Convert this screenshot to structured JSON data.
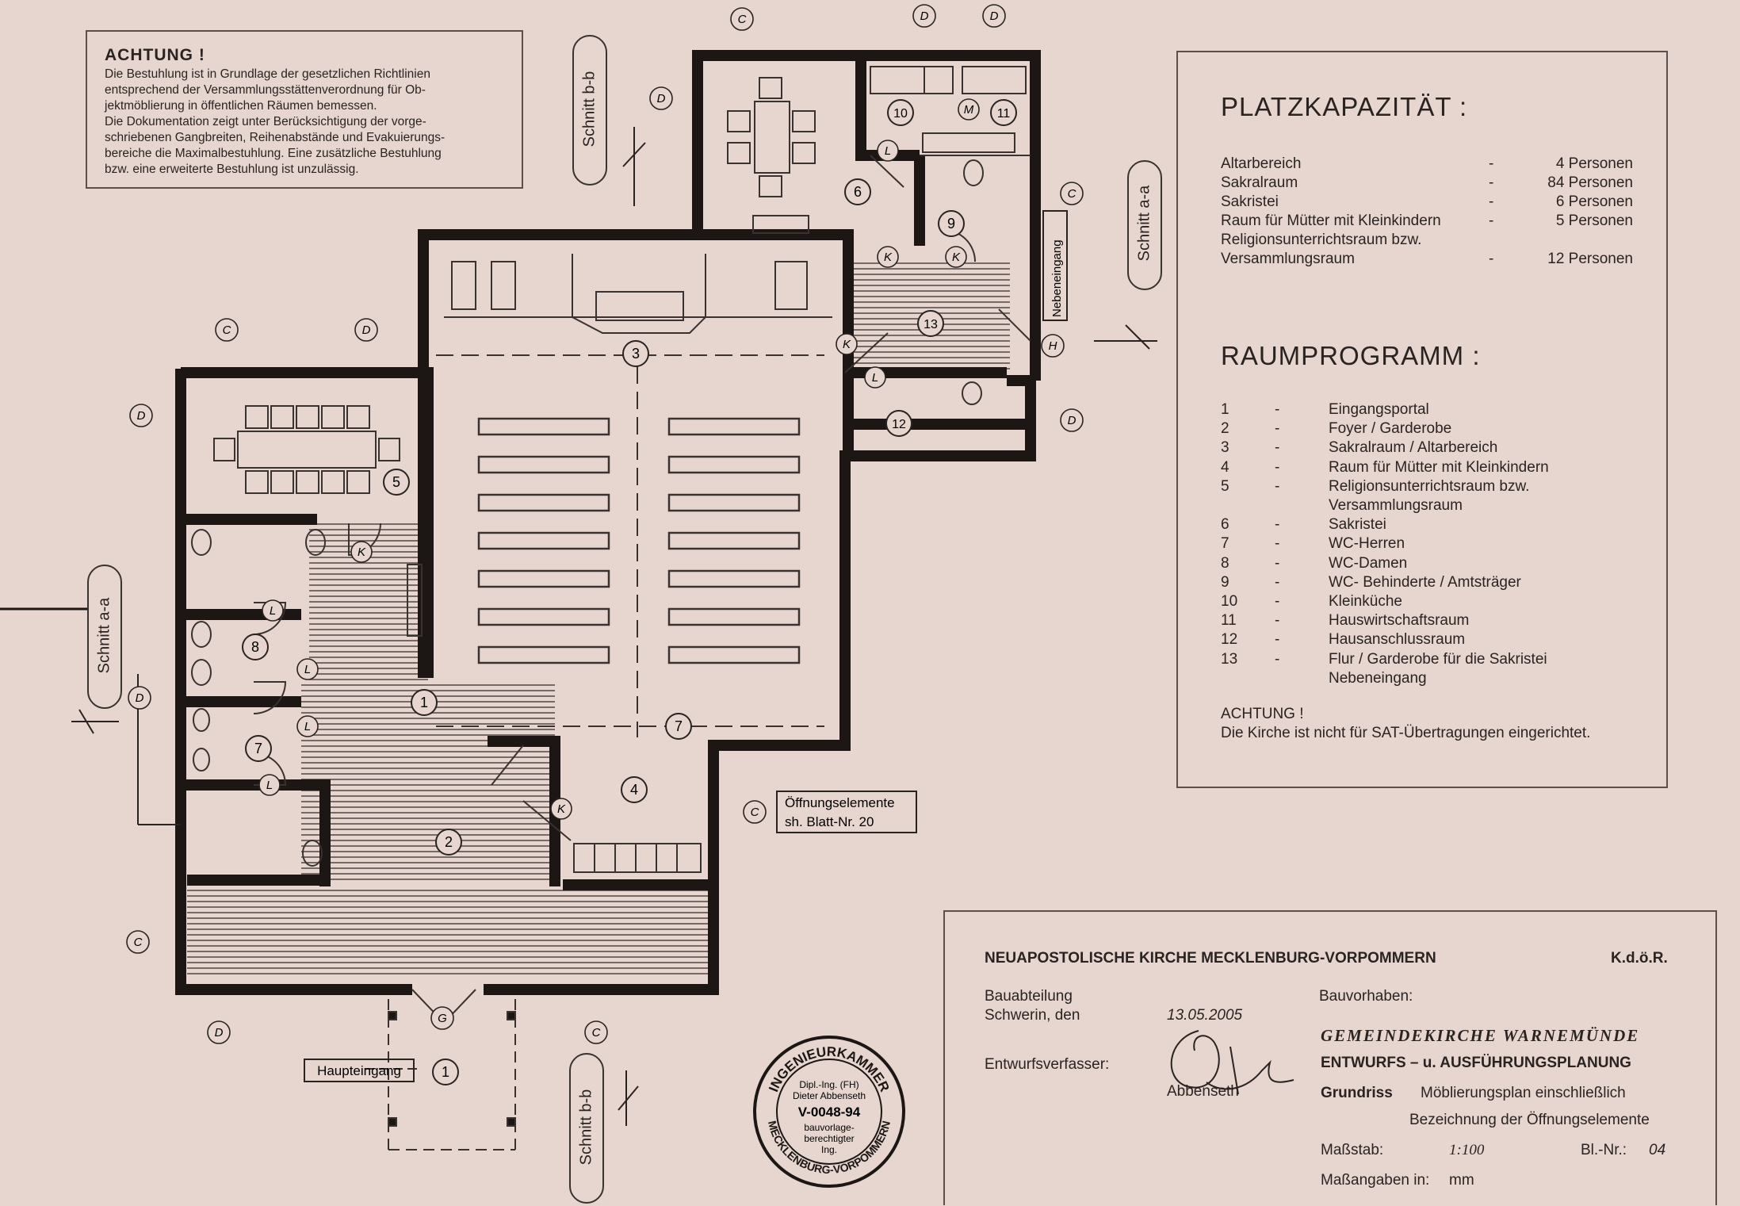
{
  "warning": {
    "title": "ACHTUNG !",
    "body": "Die Bestuhlung ist in Grundlage der gesetzlichen Richtlinien\nentsprechend der Versammlungsstättenverordnung für Ob-\njektmöblierung in öffentlichen Räumen bemessen.\nDie Dokumentation zeigt unter Berücksichtigung der vorge-\nschriebenen Gangbreiten, Reihenabstände und Evakuierungs-\nbereiche die Maximalbestuhlung. Eine zusätzliche Bestuhlung\nbzw. eine erweiterte Bestuhlung ist unzulässig."
  },
  "capacity": {
    "title": "PLATZKAPAZITÄT :",
    "rows": [
      {
        "name": "Altarbereich",
        "dash": "-",
        "value": "4 Personen"
      },
      {
        "name": "Sakralraum",
        "dash": "-",
        "value": "84 Personen"
      },
      {
        "name": "Sakristei",
        "dash": "-",
        "value": "6 Personen"
      },
      {
        "name": "Raum für Mütter mit Kleinkindern",
        "dash": "-",
        "value": "5 Personen"
      },
      {
        "name": "Religionsunterrichtsraum  bzw.",
        "dash": "",
        "value": ""
      },
      {
        "name": "Versammlungsraum",
        "dash": "-",
        "value": "12 Personen"
      }
    ]
  },
  "program": {
    "title": "RAUMPROGRAMM :",
    "rows": [
      {
        "num": "1",
        "dash": "-",
        "label": "Eingangsportal"
      },
      {
        "num": "2",
        "dash": "-",
        "label": "Foyer / Garderobe"
      },
      {
        "num": "3",
        "dash": "-",
        "label": "Sakralraum / Altarbereich"
      },
      {
        "num": "4",
        "dash": "-",
        "label": "Raum für Mütter mit Kleinkindern"
      },
      {
        "num": "5",
        "dash": "-",
        "label": "Religionsunterrichtsraum bzw."
      },
      {
        "num": "",
        "dash": "",
        "label": "Versammlungsraum"
      },
      {
        "num": "6",
        "dash": "-",
        "label": "Sakristei"
      },
      {
        "num": "7",
        "dash": "-",
        "label": "WC-Herren"
      },
      {
        "num": "8",
        "dash": "-",
        "label": "WC-Damen"
      },
      {
        "num": "9",
        "dash": "-",
        "label": "WC- Behinderte / Amtsträger"
      },
      {
        "num": "10",
        "dash": "-",
        "label": "Kleinküche"
      },
      {
        "num": "11",
        "dash": "-",
        "label": "Hauswirtschaftsraum"
      },
      {
        "num": "12",
        "dash": "-",
        "label": "Hausanschlussraum"
      },
      {
        "num": "13",
        "dash": "-",
        "label": "Flur / Garderobe für die Sakristei"
      },
      {
        "num": "",
        "dash": "",
        "label": "Nebeneingang"
      }
    ],
    "note_title": "ACHTUNG !",
    "note_body": "Die Kirche ist nicht für SAT-Übertragungen eingerichtet."
  },
  "title_block": {
    "organization": "NEUAPOSTOLISCHE KIRCHE MECKLENBURG-VORPOMMERN",
    "legal_form": "K.d.ö.R.",
    "department": "Bauabteilung",
    "place_date_label": "Schwerin, den",
    "date": "13.05.2005",
    "project_label": "Bauvorhaben:",
    "project_name": "GEMEINDEKIRCHE   WARNEMÜNDE",
    "designer_label": "Entwurfsverfasser:",
    "designer_name": "Abbenseth",
    "phase": "ENTWURFS – u. AUSFÜHRUNGSPLANUNG",
    "drawing_type": "Grundriss",
    "drawing_desc_1": "Möblierungsplan einschließlich",
    "drawing_desc_2": "Bezeichnung der Öffnungselemente",
    "scale_label": "Maßstab:",
    "scale_value": "1:100",
    "sheet_label": "Bl.-Nr.:",
    "sheet_value": "04",
    "units_label": "Maßangaben in:",
    "units_value": "mm"
  },
  "stamp": {
    "ring_top": "INGENIEURKAMMER",
    "ring_bottom": "MECKLENBURG-VORPOMMERN",
    "line1": "Dipl.-Ing. (FH)",
    "line2": "Dieter Abbenseth",
    "line3": "V-0048-94",
    "line4": "bauvorlage-",
    "line5": "berechtigter",
    "line6": "Ing."
  },
  "plan": {
    "section_bb": "Schnitt  b-b",
    "section_aa": "Schnitt  a-a",
    "side_entrance": "Nebeneingang",
    "main_entrance": "Haupteingang",
    "openings_note_1": "Öffnungselemente",
    "openings_note_2": "sh. Blatt-Nr. 20",
    "rooms": {
      "r1": "1",
      "r2": "2",
      "r3": "3",
      "r4": "4",
      "r5": "5",
      "r6": "6",
      "r7": "7",
      "r8": "8",
      "r9": "9",
      "r10": "10",
      "r11": "11",
      "r12": "12",
      "r13": "13"
    },
    "markers": {
      "c": "C",
      "d": "D",
      "k": "K",
      "l": "L",
      "g": "G",
      "h": "H",
      "m": "M"
    }
  },
  "colors": {
    "paper": "#e6d6cf",
    "wall": "#1c1615",
    "line": "#3a3230"
  }
}
